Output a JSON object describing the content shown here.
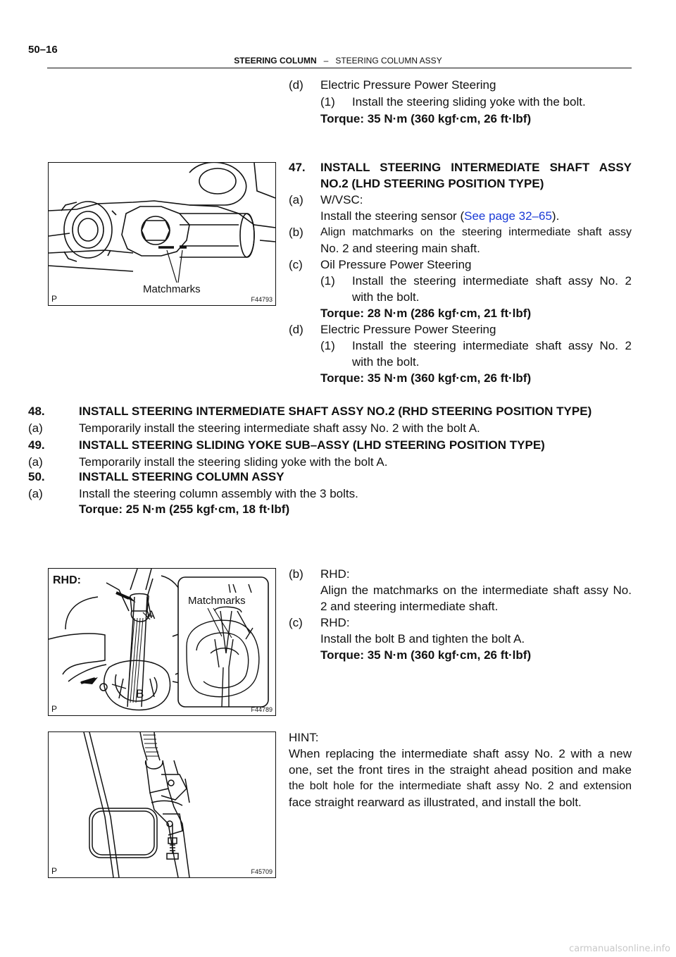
{
  "page": {
    "number": "50–16",
    "header_section": "STEERING COLUMN",
    "header_dash": "–",
    "header_subsection": "STEERING COLUMN ASSY",
    "footer": "carmanualsonline.info"
  },
  "step46d": {
    "label": "(d)",
    "title": "Electric Pressure Power Steering",
    "sub_label": "(1)",
    "sub_text": "Install the steering sliding yoke with the bolt.",
    "torque": "Torque: 35 N·m (360 kgf·cm, 26 ft·lbf)"
  },
  "step47": {
    "num": "47.",
    "title_line1": "INSTALL STEERING INTERMEDIATE SHAFT ASSY",
    "title_line2": "NO.2 (LHD STEERING POSITION TYPE)",
    "a_label": "(a)",
    "a_title": "W/VSC:",
    "a_text": "Install the steering sensor (",
    "a_link": "See page 32–65",
    "a_end": ").",
    "b_label": "(b)",
    "b_line1": "Align matchmarks on the steering intermediate shaft assy",
    "b_line2": "No. 2 and steering main shaft.",
    "c_label": "(c)",
    "c_title": "Oil Pressure Power Steering",
    "c_sub_label": "(1)",
    "c_sub_line1": "Install the steering intermediate shaft assy No. 2",
    "c_sub_line2": "with the bolt.",
    "c_torque": "Torque: 28 N·m (286 kgf·cm, 21 ft·lbf)",
    "d_label": "(d)",
    "d_title": "Electric Pressure Power Steering",
    "d_sub_label": "(1)",
    "d_sub_line1": "Install the steering intermediate shaft assy No. 2",
    "d_sub_line2": "with the bolt.",
    "d_torque": "Torque: 35 N·m (360 kgf·cm, 26 ft·lbf)"
  },
  "step48": {
    "num": "48.",
    "title": "INSTALL STEERING INTERMEDIATE SHAFT ASSY NO.2 (RHD STEERING POSITION TYPE)",
    "a_label": "(a)",
    "a_text": "Temporarily install the steering intermediate shaft assy No. 2 with the bolt A."
  },
  "step49": {
    "num": "49.",
    "title": "INSTALL STEERING SLIDING YOKE SUB–ASSY (LHD STEERING POSITION TYPE)",
    "a_label": "(a)",
    "a_text": "Temporarily install the steering sliding yoke with the bolt A."
  },
  "step50": {
    "num": "50.",
    "title": "INSTALL STEERING COLUMN ASSY",
    "a_label": "(a)",
    "a_text": "Install the steering column assembly with the 3 bolts.",
    "a_torque": "Torque: 25 N·m (255 kgf·cm, 18 ft·lbf)",
    "b_label": "(b)",
    "b_title": "RHD:",
    "b_line1": "Align the matchmarks on the intermediate shaft assy No.",
    "b_line2": "2 and steering intermediate shaft.",
    "c_label": "(c)",
    "c_title": "RHD:",
    "c_text": "Install the bolt B and tighten the bolt A.",
    "c_torque": "Torque: 35 N·m (360 kgf·cm, 26 ft·lbf)"
  },
  "hint": {
    "title": "HINT:",
    "line1": "When replacing the intermediate shaft assy No. 2 with a new",
    "line2": "one, set the front tires in the straight ahead position and make",
    "line3": "the bolt hole for the intermediate shaft assy No. 2 and extension",
    "line4": "face straight rearward as illustrated, and install the bolt."
  },
  "figures": {
    "fig1": {
      "code": "F44793",
      "p": "P",
      "label": "Matchmarks"
    },
    "fig2": {
      "code": "F44789",
      "p": "P",
      "rhd": "RHD:",
      "label": "Matchmarks",
      "bolt_a": "A",
      "bolt_b": "B"
    },
    "fig3": {
      "code": "F45709",
      "p": "P"
    }
  }
}
